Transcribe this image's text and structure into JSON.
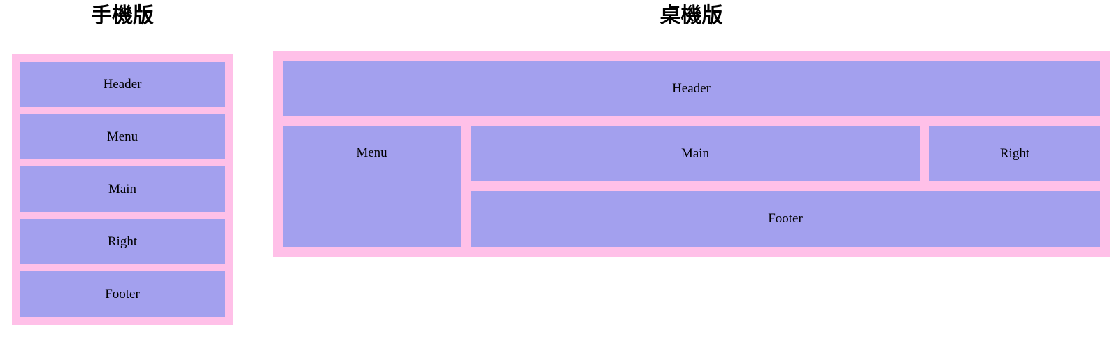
{
  "colors": {
    "frame_pink": "#ffc0e8",
    "block_purple": "#a3a0ee",
    "label_text": "#000000"
  },
  "mobile": {
    "title": "手機版",
    "blocks": [
      {
        "label": "Header"
      },
      {
        "label": "Menu"
      },
      {
        "label": "Main"
      },
      {
        "label": "Right"
      },
      {
        "label": "Footer"
      }
    ]
  },
  "desktop": {
    "title": "桌機版",
    "blocks": {
      "header": "Header",
      "menu": "Menu",
      "main": "Main",
      "right": "Right",
      "footer": "Footer"
    }
  }
}
